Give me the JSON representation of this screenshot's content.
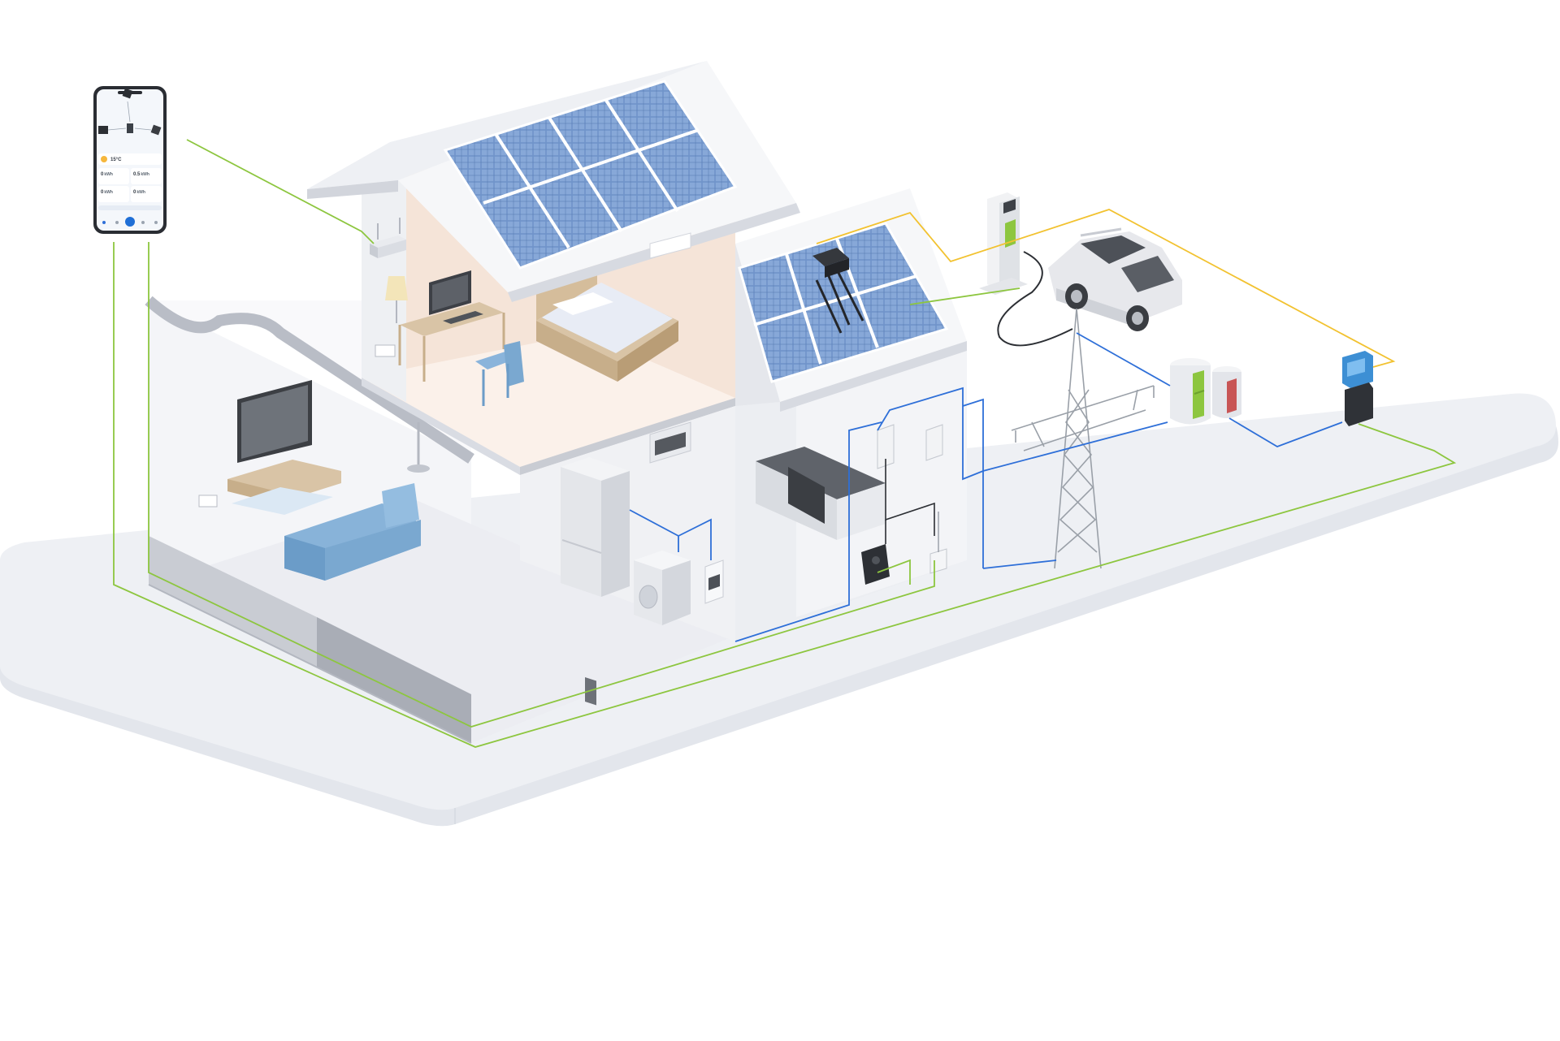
{
  "phone_app": {
    "weather_temp": "15°C",
    "tiles": [
      {
        "value": "0",
        "unit": "kWh"
      },
      {
        "value": "0.5",
        "unit": "kWh"
      },
      {
        "value": "0",
        "unit": "kWh"
      },
      {
        "value": "0",
        "unit": "kWh"
      }
    ]
  },
  "colors": {
    "data_line": "#8dc63f",
    "power_line": "#2e6fd8",
    "dc_line": "#f2c230",
    "solar_panel": "#6f93c9",
    "battery_accent": "#8dc63f",
    "wall_accent": "#f5e4d8",
    "platform": "#eef0f4"
  },
  "icons": [
    "smartphone-app-icon",
    "wifi-router-icon",
    "solar-panel-array-icon",
    "microinverter-icon",
    "ev-charger-icon",
    "electric-car-icon",
    "power-tower-icon",
    "battery-storage-icon",
    "smart-meter-icon",
    "wall-gateway-icon",
    "breaker-box-icon",
    "refrigerator-icon",
    "washing-machine-icon",
    "television-icon",
    "sofa-icon",
    "bed-icon",
    "desk-computer-icon"
  ]
}
